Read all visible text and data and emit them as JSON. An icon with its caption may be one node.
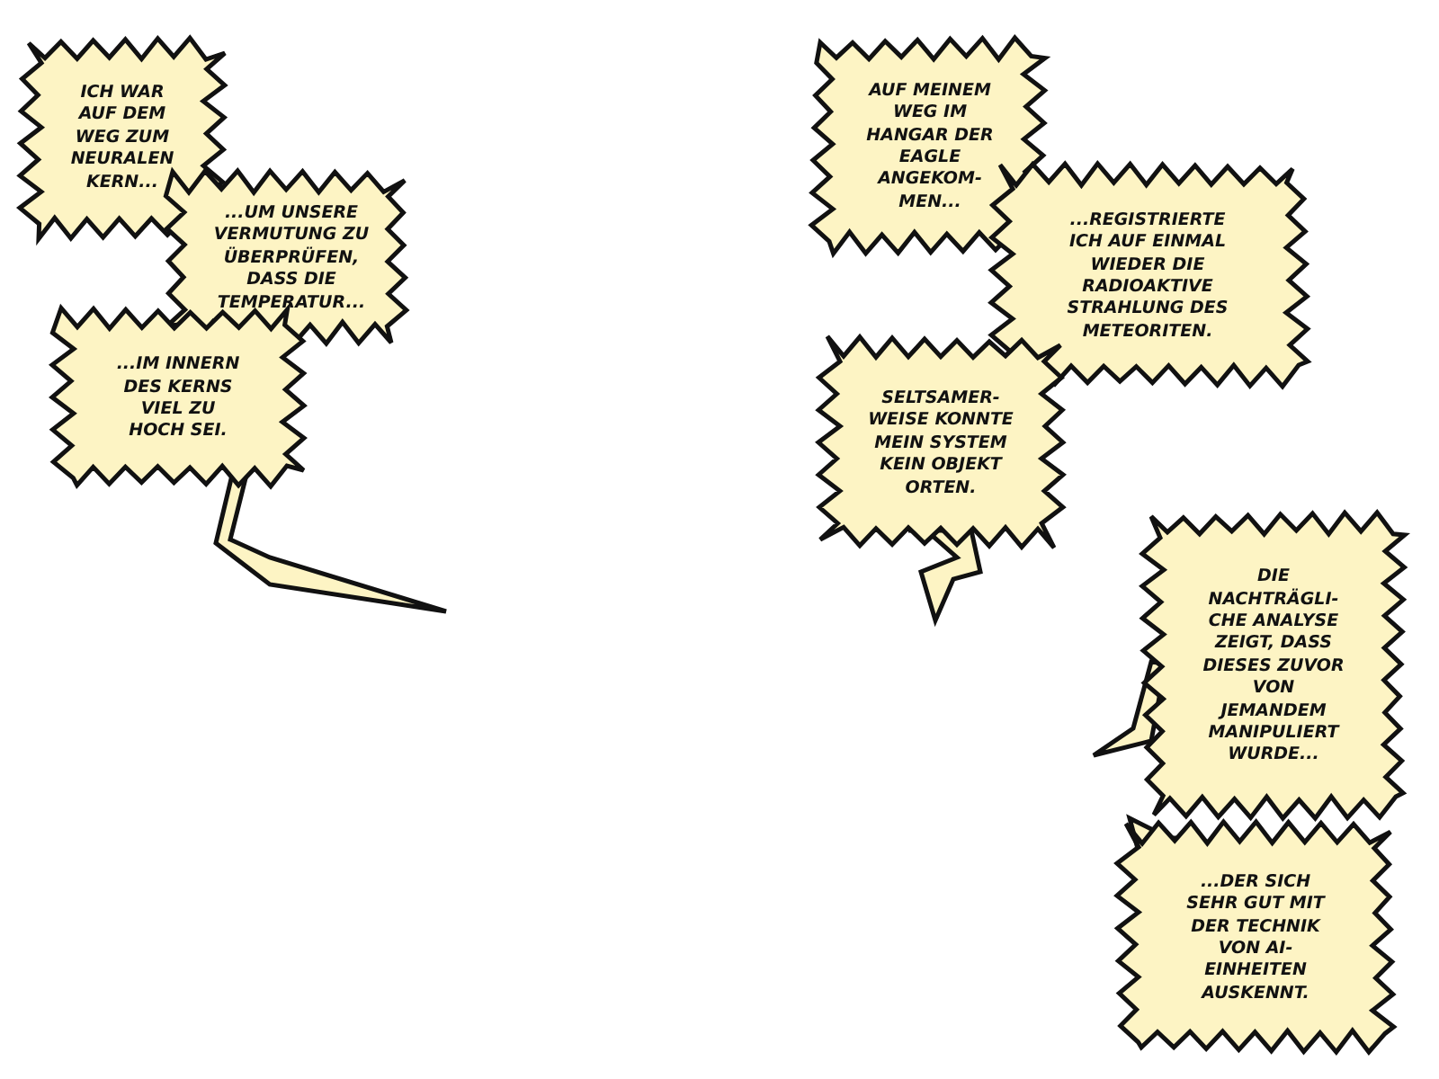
{
  "diagram": {
    "nodes": [
      {
        "text": [
          "ICH WAR AUF DEM WEG ZUM NEURALEN KERN..."
        ]
      },
      {
        "text": [
          "...UM UNSERE VERMUTUNG ZU ÜBERPRÜFEN, DASS DIE TEMPERATUR..."
        ]
      },
      {
        "text": [
          "...IM INNERN DES KERNS VIEL ZU HOCH SEI."
        ]
      },
      {
        "text": [
          "AUF MEINEM WEG IM HANGAR DER EAGLE ANGEKOM- MEN..."
        ]
      },
      {
        "text": [
          "...REGISTRIERTE ICH AUF EINMAL WIEDER DIE RADIOAKTIVE STRAHLUNG DES METEORITEN."
        ]
      },
      {
        "text": [
          "SELTSAMER- WEISE KONNTE MEIN SYSTEM KEIN OBJEKT ORTEN."
        ]
      },
      {
        "text": [
          "DIE NACHTRÄGLI- CHE ANALYSE ZEIGT, DASS DIESES ZUVOR VON JEMANDEM MANIPULIERT WURDE..."
        ]
      },
      {
        "text": [
          "...DER SICH SEHR GUT MIT DER TECHNIK VON AI-EINHEITEN AUSKENNT."
        ]
      }
    ]
  }
}
